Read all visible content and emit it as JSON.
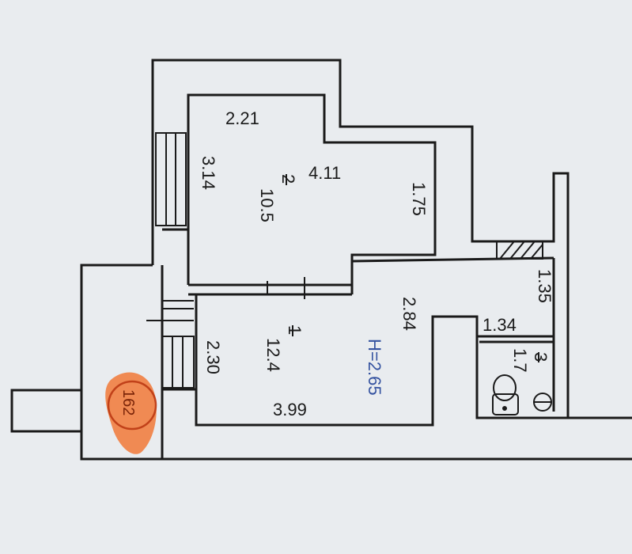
{
  "plan": {
    "paper_color": "#e9ecef",
    "line_color": "#1a1a1a",
    "stamp_color": "#f26a1f",
    "rooms": [
      {
        "number": "1",
        "area": "12.4"
      },
      {
        "number": "2",
        "area": "10.5"
      },
      {
        "number": "3",
        "area": "1.7"
      }
    ],
    "dimensions": {
      "room2_top": "2.21",
      "room2_left": "3.14",
      "room2_mid": "4.11",
      "room2_right": "1.75",
      "room1_left": "2.30",
      "room1_right": "2.84",
      "room1_bottom": "3.99",
      "bath_side": "1.35",
      "bath_width": "1.34"
    },
    "ceiling_height": "H=2.65",
    "stamp_number": "162"
  }
}
